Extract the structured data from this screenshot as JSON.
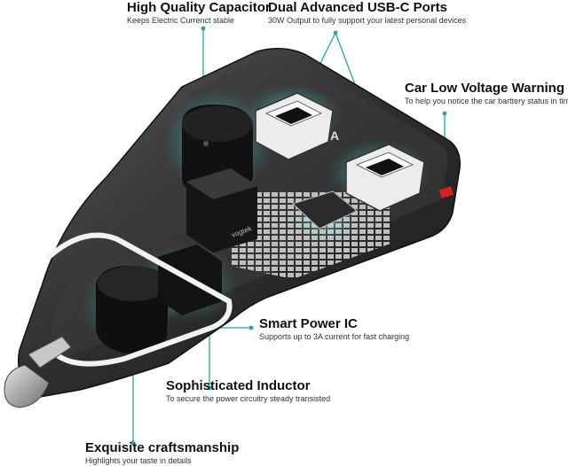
{
  "colors": {
    "accent": "#1fa8a8",
    "glow": "#7fe0dc",
    "body_dark": "#2c2c2c",
    "warning_red": "#d81f26"
  },
  "icons": {
    "product": "car-charger-cutaway-illustration"
  },
  "board_marking": "vogtek",
  "port_logo": "A",
  "features": [
    {
      "title": "High Quality Capacitor",
      "subtitle": "Keeps Electric Currenct stable"
    },
    {
      "title": "Dual Advanced USB-C Ports",
      "subtitle": "30W Output to fully support your latest personal devices"
    },
    {
      "title": "Car Low Voltage Warning",
      "subtitle": "To help you notice the car barttery status in time"
    },
    {
      "title": "Smart Power IC",
      "subtitle": "Supports up to 3A current for fast charging"
    },
    {
      "title": "Sophisticated Inductor",
      "subtitle": "To secure the power circuitry steady transisted"
    },
    {
      "title": "Exquisite craftsmanship",
      "subtitle": "Highlights your taste in details"
    }
  ]
}
